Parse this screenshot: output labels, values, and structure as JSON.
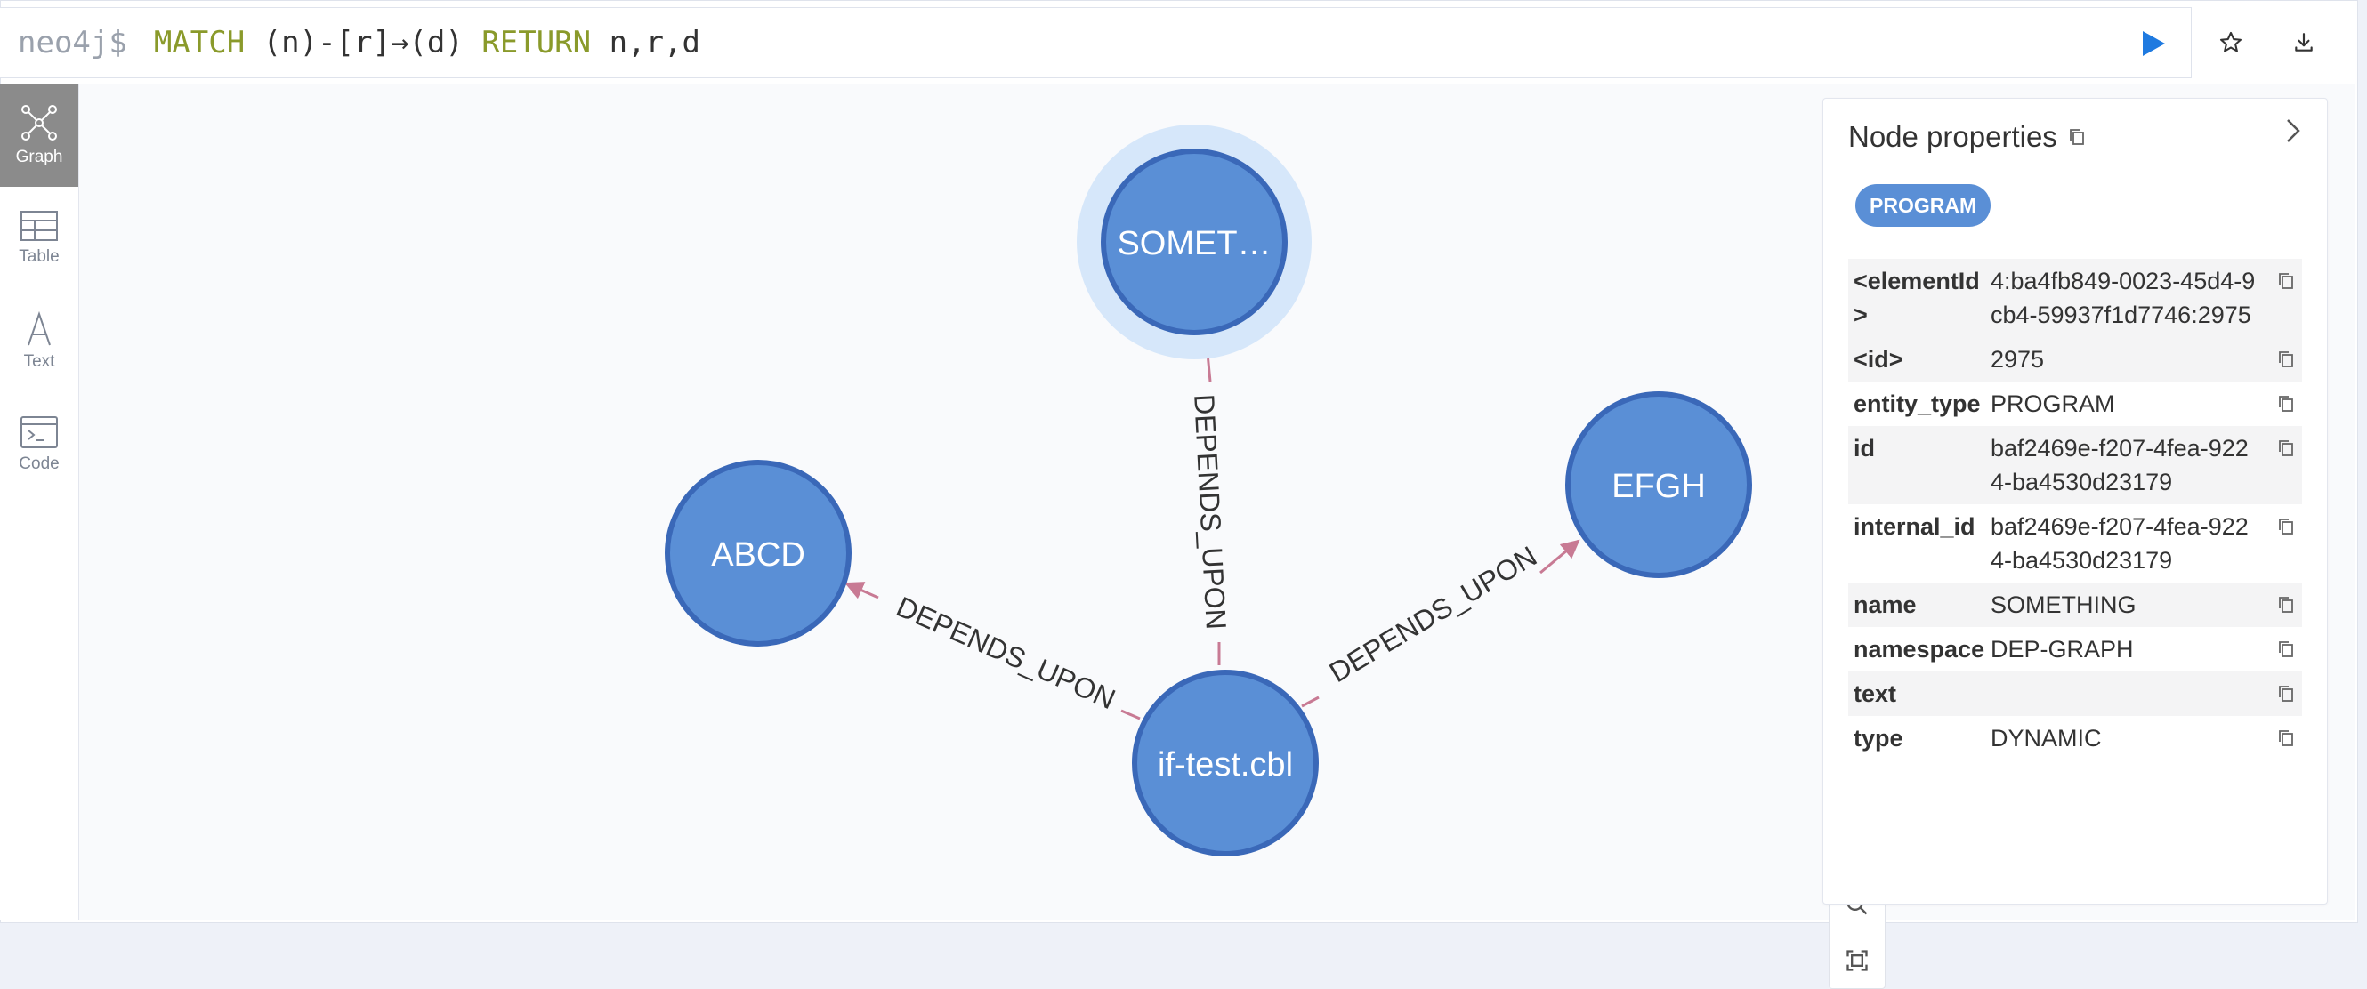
{
  "query": {
    "prompt": "neo4j$",
    "kw_match": "MATCH",
    "pattern": " (n)-[r]→(d) ",
    "kw_return": "RETURN",
    "returns": " n,r,d"
  },
  "sidebar": {
    "items": [
      {
        "label": "Graph"
      },
      {
        "label": "Table"
      },
      {
        "label": "Text"
      },
      {
        "label": "Code"
      }
    ]
  },
  "graph": {
    "node_color": "#5a8fd6",
    "edge_color": "#c87a94",
    "nodes": [
      {
        "label": "SOMET…"
      },
      {
        "label": "EFGH"
      },
      {
        "label": "ABCD"
      },
      {
        "label": "if-test.cbl"
      }
    ],
    "edges": [
      {
        "label": "DEPENDS_UPON"
      },
      {
        "label": "DEPENDS_UPON"
      },
      {
        "label": "DEPENDS_UPON"
      }
    ]
  },
  "panel": {
    "title": "Node properties",
    "badge": "PROGRAM",
    "properties": [
      {
        "key": "<elementId>",
        "value": "4:ba4fb849-0023-45d4-9cb4-59937f1d7746:2975"
      },
      {
        "key": "<id>",
        "value": "2975"
      },
      {
        "key": "entity_type",
        "value": "PROGRAM"
      },
      {
        "key": "id",
        "value": "baf2469e-f207-4fea-9224-ba4530d23179"
      },
      {
        "key": "internal_id",
        "value": "baf2469e-f207-4fea-9224-ba4530d23179"
      },
      {
        "key": "name",
        "value": "SOMETHING"
      },
      {
        "key": "namespace",
        "value": "DEP-GRAPH"
      },
      {
        "key": "text",
        "value": ""
      },
      {
        "key": "type",
        "value": "DYNAMIC"
      }
    ]
  }
}
